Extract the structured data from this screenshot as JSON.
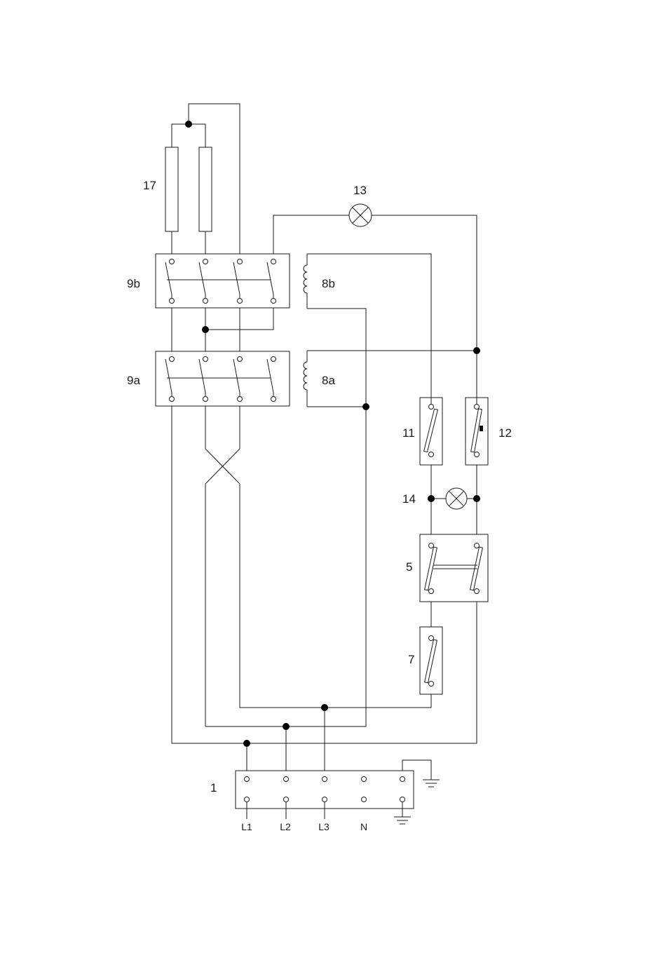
{
  "labels": {
    "heating_elements": "17",
    "pilot_lamp_top": "13",
    "switch_9b": "9b",
    "switch_9a": "9a",
    "coil_8b": "8b",
    "coil_8a": "8a",
    "switch_11": "11",
    "switch_12": "12",
    "pilot_lamp_mid": "14",
    "switch_5": "5",
    "switch_7": "7",
    "terminal_block": "1"
  },
  "terminals": [
    "L1",
    "L2",
    "L3",
    "N"
  ],
  "colors": {
    "line": "#1a1a1a",
    "junction": "#000000",
    "background": "#ffffff"
  }
}
